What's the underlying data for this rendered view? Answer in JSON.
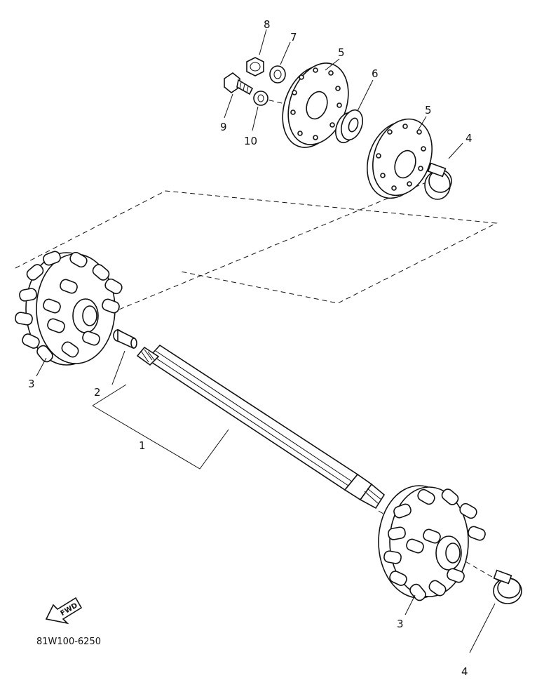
{
  "callouts": {
    "n1": "1",
    "n2": "2",
    "n3_left": "3",
    "n3_right": "3",
    "n4_top": "4",
    "n4_bottom": "4",
    "n5_a": "5",
    "n5_b": "5",
    "n6": "6",
    "n7": "7",
    "n8": "8",
    "n9": "9",
    "n10": "10"
  },
  "fwd_label": "FWD",
  "reference_code": "81W100-6250"
}
